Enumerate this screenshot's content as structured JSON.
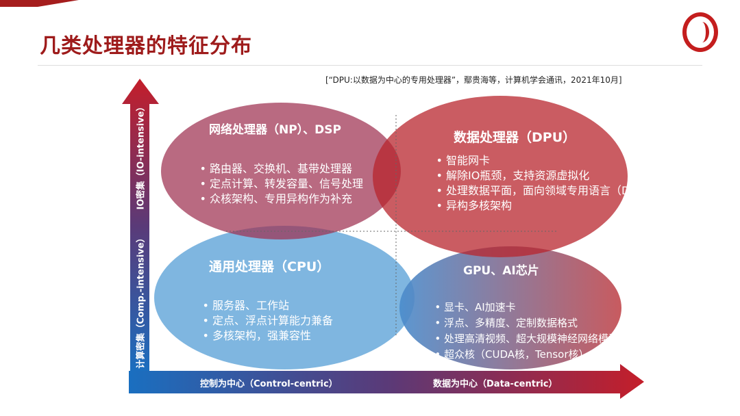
{
  "title": "几类处理器的特征分布",
  "citation": "[“DPU:以数据为中心的专用处理器”，鄢贵海等，计算机学会通讯，2021年10月]",
  "y_axis": {
    "top_label": "IO密集（IO-intensive）",
    "bottom_label": "计算密集（Comp.-intensive）"
  },
  "x_axis": {
    "left_label": "控制为中心（Control-centric）",
    "right_label": "数据为中心（Data-centric）"
  },
  "quadrants": {
    "np": {
      "title": "网络处理器（NP）、DSP",
      "items": [
        "路由器、交换机、基带处理器",
        "定点计算、转发容量、信号处理",
        "众核架构、专用异构作为补充"
      ]
    },
    "dpu": {
      "title": "数据处理器（DPU）",
      "items": [
        "智能网卡",
        "解除IO瓶颈，支持资源虚拟化",
        "处理数据平面，面向领域专用语言（DSL）",
        "异构多核架构"
      ]
    },
    "cpu": {
      "title": "通用处理器（CPU）",
      "items": [
        "服务器、工作站",
        "定点、浮点计算能力兼备",
        "多核架构，强兼容性"
      ]
    },
    "gpu": {
      "title": "GPU、AI芯片",
      "items": [
        "显卡、AI加速卡",
        "浮点、多精度、定制数据格式",
        "处理高清视频、超大规模神经网络模型",
        "超众核（CUDA核，Tensor核）"
      ]
    }
  },
  "colors": {
    "brand": "#9e1b1b",
    "red": "#c0392b",
    "blue": "#3a8fd0"
  }
}
